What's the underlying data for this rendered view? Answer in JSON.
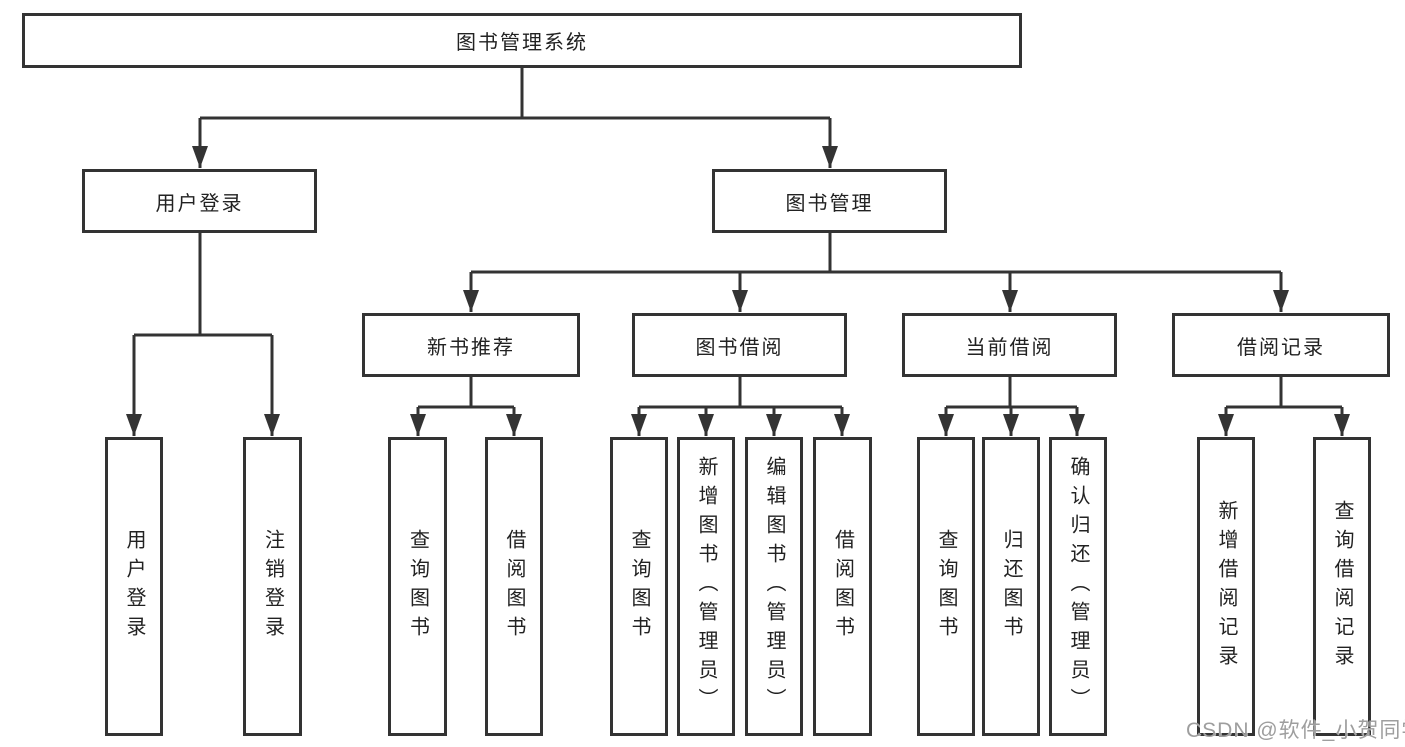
{
  "diagram": {
    "root": {
      "label": "图书管理系统"
    },
    "branches": [
      {
        "label": "用户登录"
      },
      {
        "label": "图书管理"
      }
    ],
    "modules": [
      {
        "label": "新书推荐"
      },
      {
        "label": "图书借阅"
      },
      {
        "label": "当前借阅"
      },
      {
        "label": "借阅记录"
      }
    ],
    "leaves": [
      {
        "label": "用户登录"
      },
      {
        "label": "注销登录"
      },
      {
        "label": "查询图书"
      },
      {
        "label": "借阅图书"
      },
      {
        "label": "查询图书"
      },
      {
        "label": "新增图书（管理员）"
      },
      {
        "label": "编辑图书（管理员）"
      },
      {
        "label": "借阅图书"
      },
      {
        "label": "查询图书"
      },
      {
        "label": "归还图书"
      },
      {
        "label": "确认归还（管理员）"
      },
      {
        "label": "新增借阅记录"
      },
      {
        "label": "查询借阅记录"
      }
    ]
  },
  "watermark": {
    "text": "CSDN @软件_小贺同学"
  },
  "colors": {
    "line": "#333333",
    "text": "#222222",
    "watermark": "#9e9e9e",
    "background": "#ffffff"
  }
}
